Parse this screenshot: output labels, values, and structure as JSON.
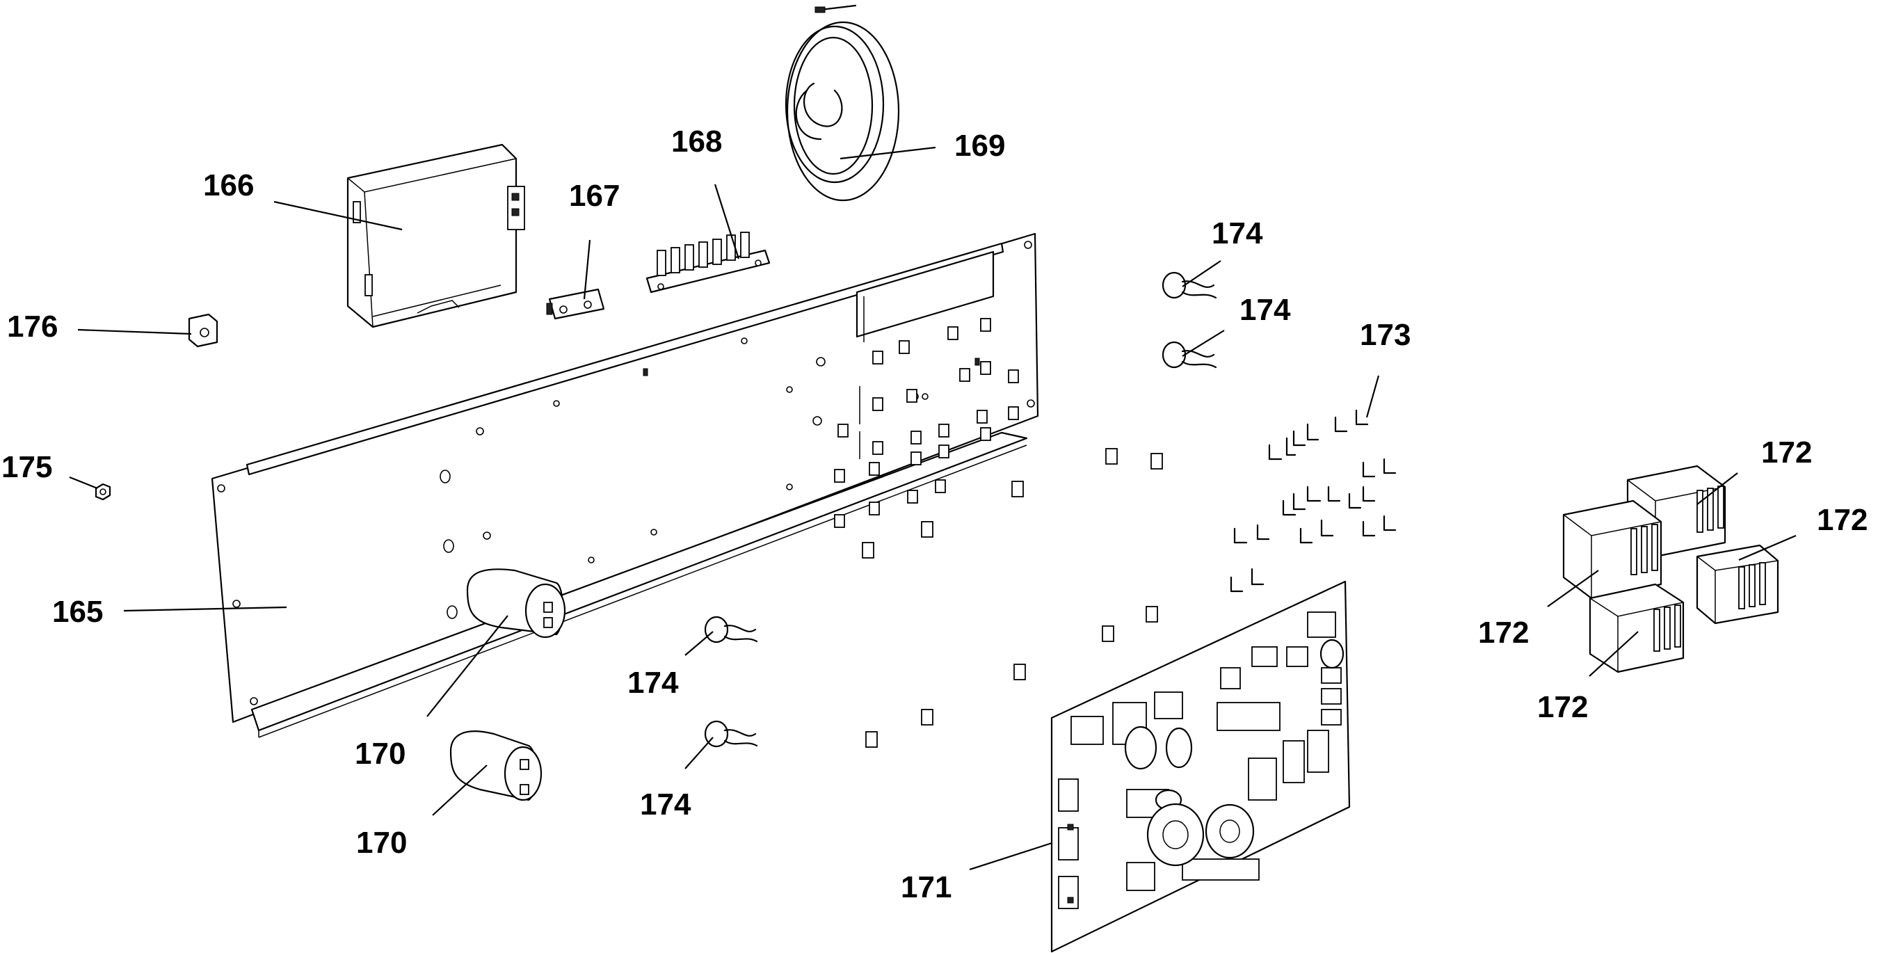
{
  "diagram": {
    "callouts": {
      "c165": "165",
      "c166": "166",
      "c167": "167",
      "c168": "168",
      "c169": "169",
      "c170a": "170",
      "c170b": "170",
      "c171": "171",
      "c172a": "172",
      "c172b": "172",
      "c172c": "172",
      "c172d": "172",
      "c173": "173",
      "c174a": "174",
      "c174b": "174",
      "c174c": "174",
      "c174d": "174",
      "c175": "175",
      "c176": "176"
    }
  }
}
